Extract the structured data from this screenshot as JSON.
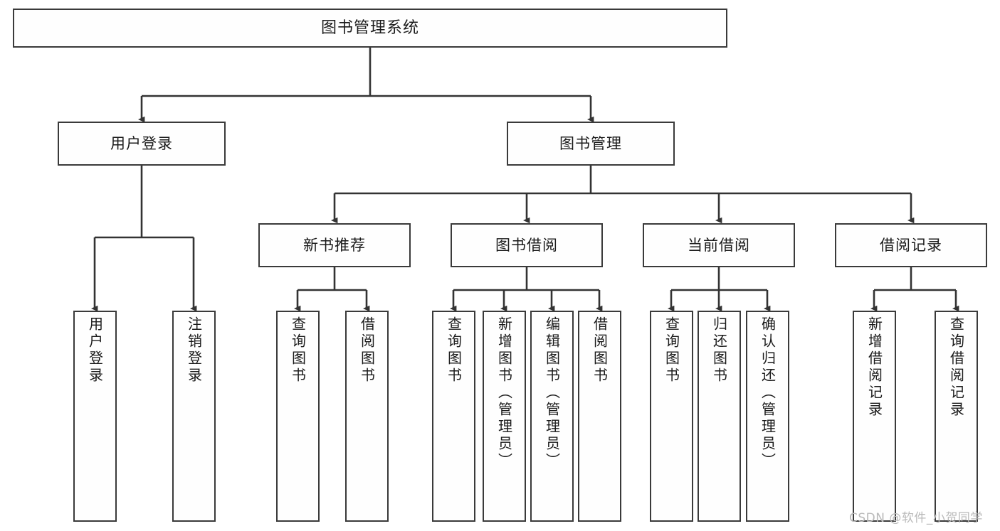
{
  "diagram": {
    "type": "tree",
    "title": "图书管理系统",
    "watermark": "CSDN @软件_小贺同学",
    "colors": {
      "box_stroke": "#3a3a3a",
      "box_fill": "#fefefe",
      "connector": "#333333",
      "text": "#1b1b1b",
      "watermark": "#b9b9b9",
      "background": "#ffffff"
    },
    "nodes": {
      "root": {
        "label": "图书管理系统"
      },
      "level2": [
        {
          "id": "user-login",
          "label": "用户登录"
        },
        {
          "id": "book-manage",
          "label": "图书管理"
        }
      ],
      "level3": [
        {
          "id": "new-book-recommend",
          "label": "新书推荐"
        },
        {
          "id": "book-borrow",
          "label": "图书借阅"
        },
        {
          "id": "current-borrow",
          "label": "当前借阅"
        },
        {
          "id": "borrow-record",
          "label": "借阅记录"
        }
      ],
      "leaves": {
        "user_login": [
          {
            "id": "leaf-user-login",
            "label": "用户登录"
          },
          {
            "id": "leaf-logout",
            "label": "注销登录"
          }
        ],
        "new_book_recommend": [
          {
            "id": "leaf-query-book-1",
            "label": "查询图书"
          },
          {
            "id": "leaf-borrow-book-1",
            "label": "借阅图书"
          }
        ],
        "book_borrow": [
          {
            "id": "leaf-query-book-2",
            "label": "查询图书"
          },
          {
            "id": "leaf-add-book",
            "label": "新增图书（管理员）"
          },
          {
            "id": "leaf-edit-book",
            "label": "编辑图书（管理员）"
          },
          {
            "id": "leaf-borrow-book-2",
            "label": "借阅图书"
          }
        ],
        "current_borrow": [
          {
            "id": "leaf-query-book-3",
            "label": "查询图书"
          },
          {
            "id": "leaf-return-book",
            "label": "归还图书"
          },
          {
            "id": "leaf-confirm-return",
            "label": "确认归还（管理员）"
          }
        ],
        "borrow_record": [
          {
            "id": "leaf-add-record",
            "label": "新增借阅记录"
          },
          {
            "id": "leaf-query-record",
            "label": "查询借阅记录"
          }
        ]
      }
    }
  }
}
